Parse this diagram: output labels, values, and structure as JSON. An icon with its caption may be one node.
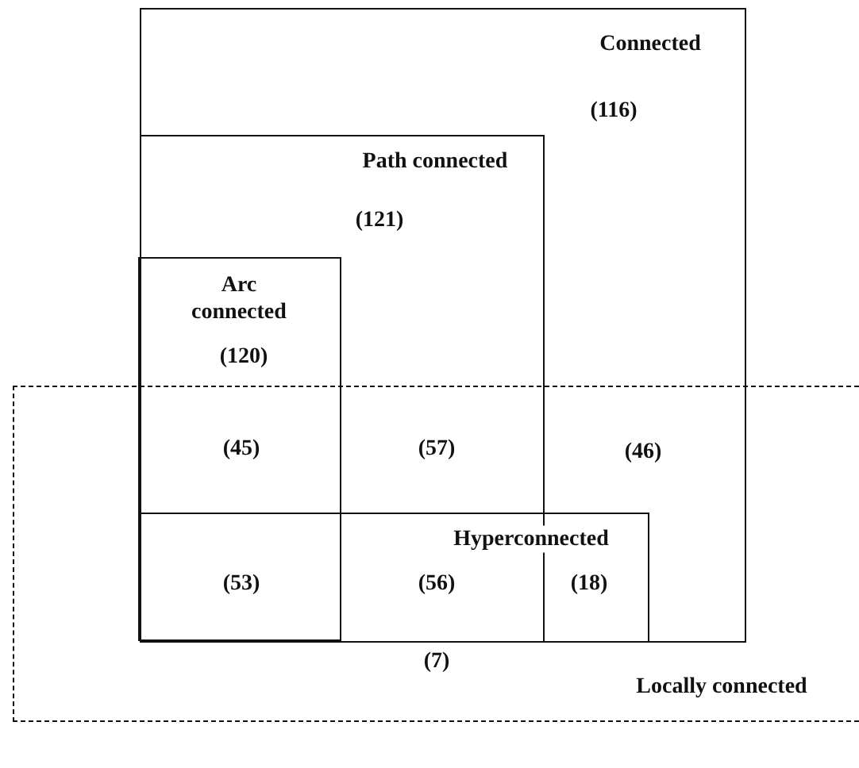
{
  "diagram": {
    "nodes": [
      {
        "text": [
          "Connected",
          "(116)"
        ]
      },
      {
        "text": [
          "Path connected",
          "(121)"
        ],
        "in": 0
      },
      {
        "text": [
          "Arc connected",
          "(120)"
        ],
        "in": 1
      },
      {
        "text": [
          "Locally connected"
        ]
      },
      {
        "text": [
          "Hyperconnected"
        ]
      }
    ],
    "labels": [
      "(45)",
      "(57)",
      "(46)",
      "(53)",
      "(56)",
      "(18)",
      "(7)"
    ]
  }
}
